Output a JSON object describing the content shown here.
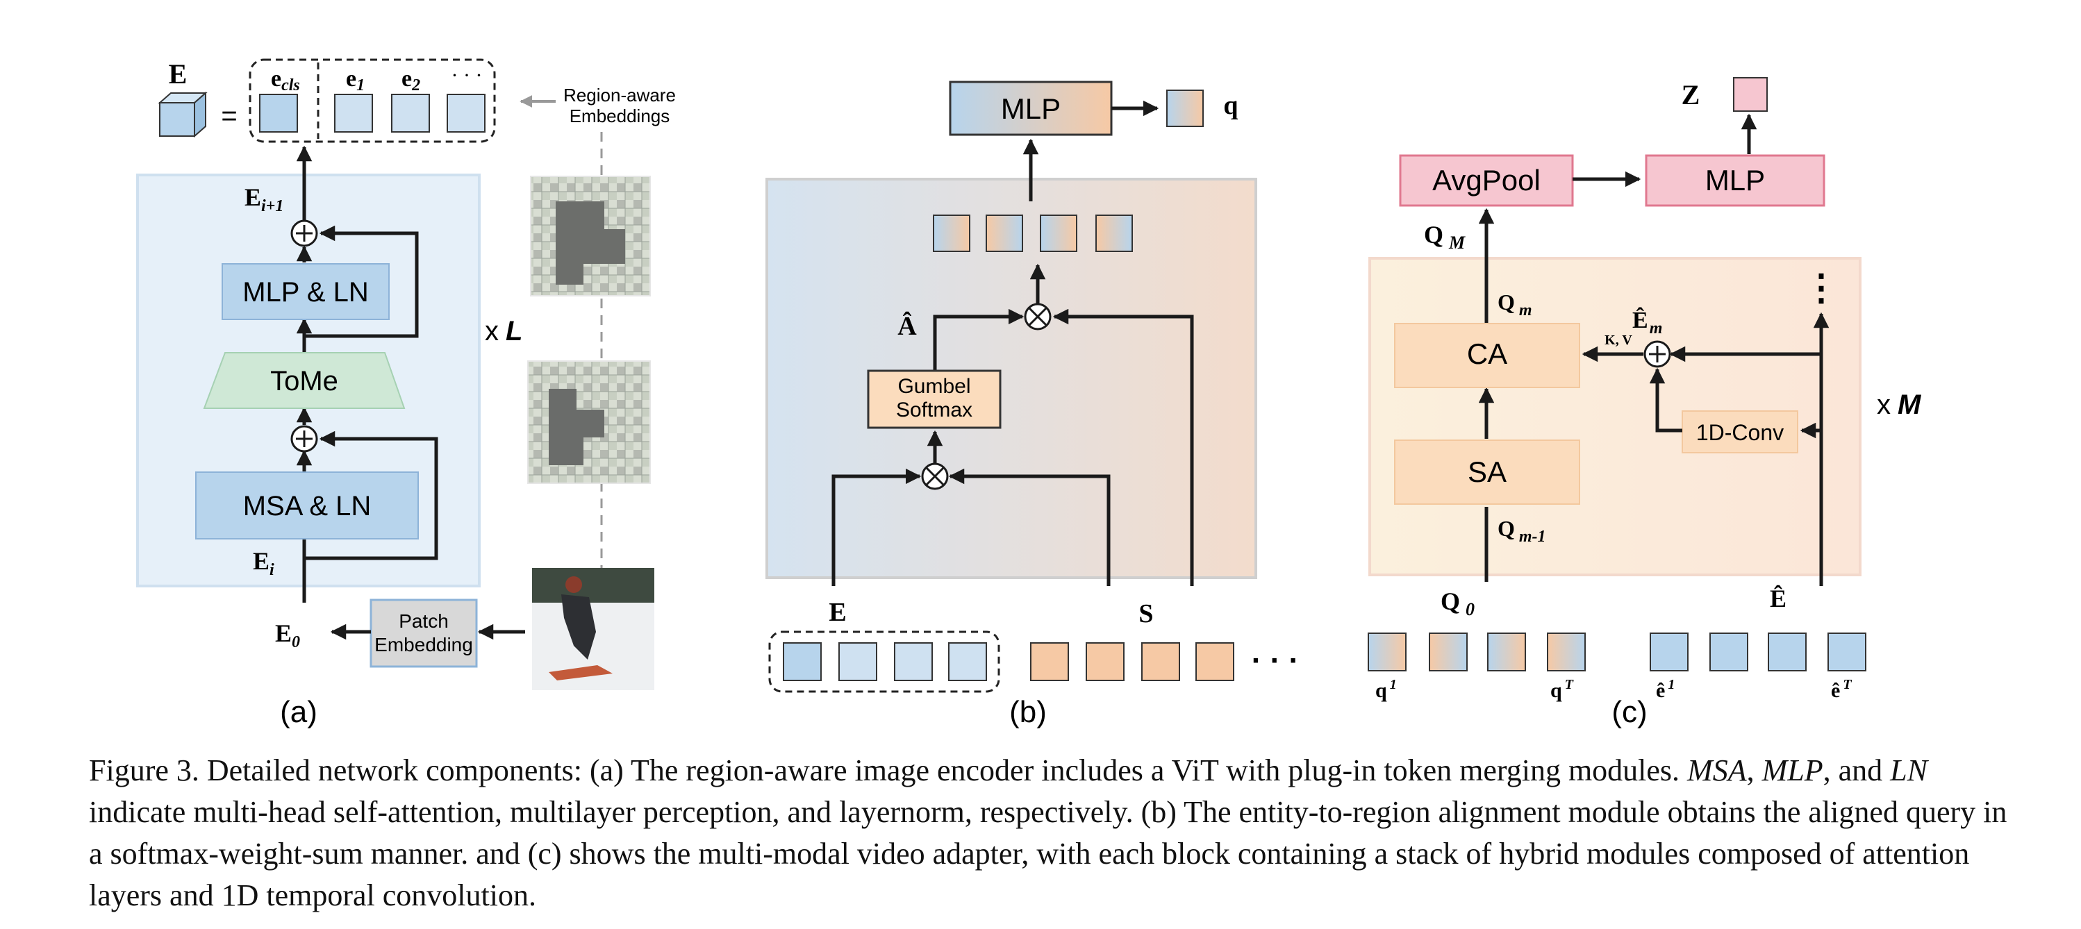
{
  "panel_a": {
    "title_E": "E",
    "equals": "=",
    "e_cls": "e",
    "e_cls_sub": "cls",
    "e1": "e",
    "e1_sub": "1",
    "e2": "e",
    "e2_sub": "2",
    "ellipsis": "· · ·",
    "region_aware": "Region-aware",
    "embeddings": "Embeddings",
    "E_next": "E",
    "E_next_sub": "i+1",
    "mlp_ln": "MLP & LN",
    "tome": "ToMe",
    "msa_ln": "MSA & LN",
    "E_i": "E",
    "E_i_sub": "i",
    "E_0": "E",
    "E_0_sub": "0",
    "patch1": "Patch",
    "patch2": "Embedding",
    "repeat_x": "x",
    "repeat_L": "L",
    "label": "(a)"
  },
  "panel_b": {
    "mlp": "MLP",
    "q": "q",
    "A_hat": "Â",
    "gumbel1": "Gumbel",
    "gumbel2": "Softmax",
    "E": "E",
    "S": "S",
    "ellipsis": "· · ·",
    "label": "(b)"
  },
  "panel_c": {
    "Z": "Z",
    "avgpool": "AvgPool",
    "mlp": "MLP",
    "Q_M": "Q",
    "Q_M_sub": "M",
    "Q_m": "Q",
    "Q_m_sub": "m",
    "E_hat_m": "Ê",
    "E_hat_m_sub": "m",
    "kv": "K, V",
    "ca": "CA",
    "sa": "SA",
    "conv": "1D-Conv",
    "Q_m1": "Q",
    "Q_m1_sub": "m-1",
    "Q_0": "Q",
    "Q_0_sub": "0",
    "E_hat": "Ê",
    "q1": "q",
    "q1_sup": "1",
    "qT": "q",
    "qT_sup": "T",
    "e1": "ê",
    "e1_sup": "1",
    "eT": "ê",
    "eT_sup": "T",
    "vdots": "⋮",
    "repeat_x": "x",
    "repeat_M": "M",
    "label": "(c)"
  },
  "caption": {
    "p1": "Figure 3. Detailed network components: (a) The region-aware image encoder includes a ViT with plug-in token merging modules. ",
    "msa": "MSA",
    "p2": ", ",
    "mlp": "MLP",
    "p3": ", and ",
    "ln": "LN",
    "p4": " indicate multi-head self-attention, multilayer perception, and layernorm, respectively. (b) The entity-to-region alignment module obtains the aligned query in a softmax-weight-sum manner. and (c) shows the multi-modal video adapter, with each block containing a stack of hybrid modules composed of attention layers and 1D temporal convolution."
  },
  "colors": {
    "blue_fill": "#b7d4ec",
    "blue_stroke": "#8db3d8",
    "green_fill": "#cfe8d6",
    "orange_fill": "#fbdcbd",
    "pink_fill": "#f6c6d0",
    "pink_stroke": "#e0788f",
    "arrow": "#1a1a1a"
  }
}
